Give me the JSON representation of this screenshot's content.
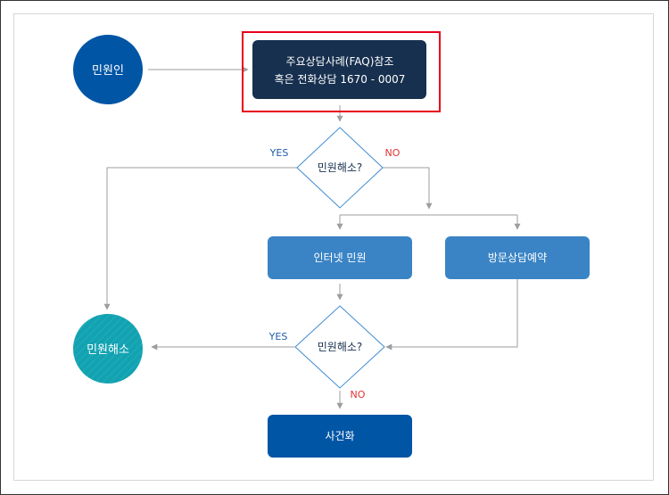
{
  "nodes": {
    "complainant": "민원인",
    "faq_line1": "주요상담사례(FAQ)참조",
    "faq_line2": "혹은 전화상담 1670 - 0007",
    "decision1": "민원해소?",
    "online": "인터넷 민원",
    "visit": "방문상담예약",
    "decision2": "민원해소?",
    "resolved": "민원해소",
    "case": "사건화"
  },
  "branches": {
    "yes1": "YES",
    "no1": "NO",
    "yes2": "YES",
    "no2": "NO"
  },
  "colors": {
    "dark_navy": "#17304f",
    "blue": "#0055a5",
    "light_blue": "#3a84c5",
    "teal": "#14a1b0",
    "diamond_border": "#3b8bd1",
    "yes_text": "#1f5ca9",
    "no_text": "#e03333",
    "connector": "#9e9e9e",
    "highlight": "#e8001c"
  }
}
